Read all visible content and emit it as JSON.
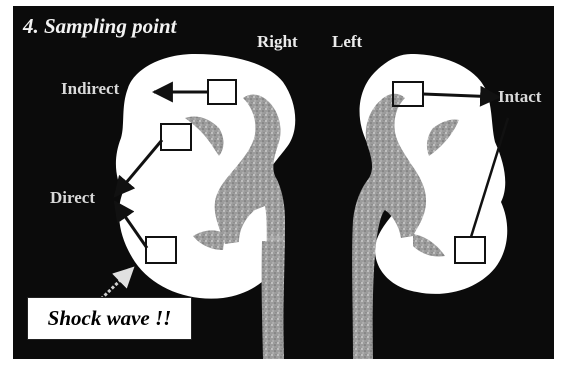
{
  "title": "4. Sampling point",
  "sides": {
    "right": "Right",
    "left": "Left"
  },
  "labels": {
    "indirect": "Indirect",
    "direct": "Direct",
    "intact": "Intact"
  },
  "callout": "Shock wave !!",
  "colors": {
    "background": "#0b0b0b",
    "kidney": "#ffffff",
    "collecting_system": "#a8a8a8",
    "lines": "#1a1a1a"
  }
}
